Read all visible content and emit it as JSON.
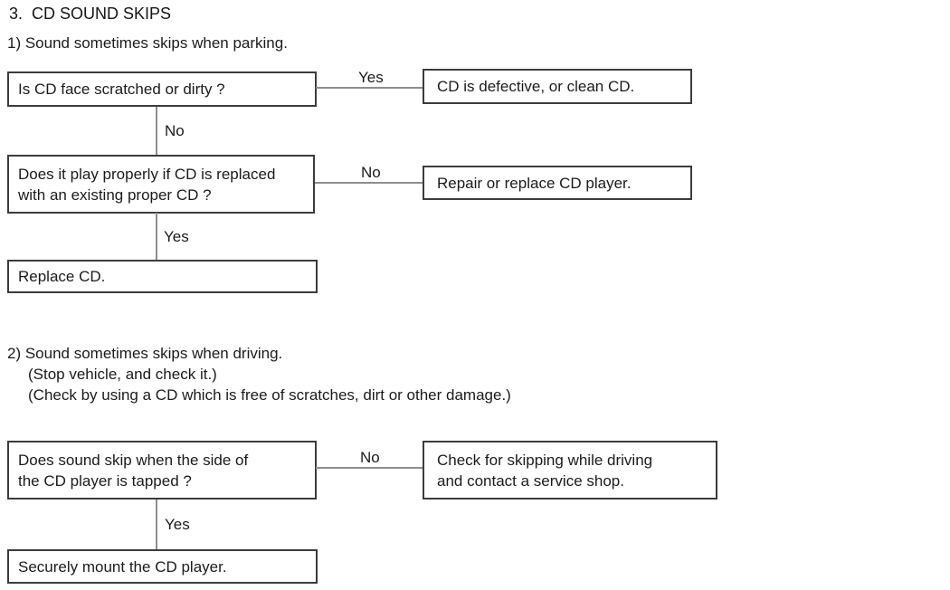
{
  "title": "3.  CD SOUND SKIPS",
  "section1": {
    "heading": "1) Sound sometimes skips when parking.",
    "nodes": {
      "q1": "Is CD face scratched or dirty ?",
      "r1": "CD is defective, or clean CD.",
      "q2": [
        "Does it play properly if CD is replaced",
        "with an existing proper CD ?"
      ],
      "r2": "Repair or replace CD player.",
      "a1": "Replace CD."
    },
    "labels": {
      "q1_yes": "Yes",
      "q1_no": "No",
      "q2_no": "No",
      "q2_yes": "Yes"
    }
  },
  "section2": {
    "heading": "2) Sound sometimes skips when driving.",
    "notes": [
      "(Stop vehicle, and check it.)",
      "(Check by using a CD which is free of scratches, dirt or other damage.)"
    ],
    "nodes": {
      "q1": [
        "Does sound skip when the side of",
        "the CD player is tapped ?"
      ],
      "r1": [
        "Check for skipping while driving",
        "and contact a service shop."
      ],
      "a1": "Securely mount the CD player."
    },
    "labels": {
      "q1_no": "No",
      "q1_yes": "Yes"
    }
  },
  "colors": {
    "background": "#ffffff",
    "text": "#1b1b1b",
    "box_border": "#3c3c3c",
    "connector_line": "#8e8e8e"
  }
}
